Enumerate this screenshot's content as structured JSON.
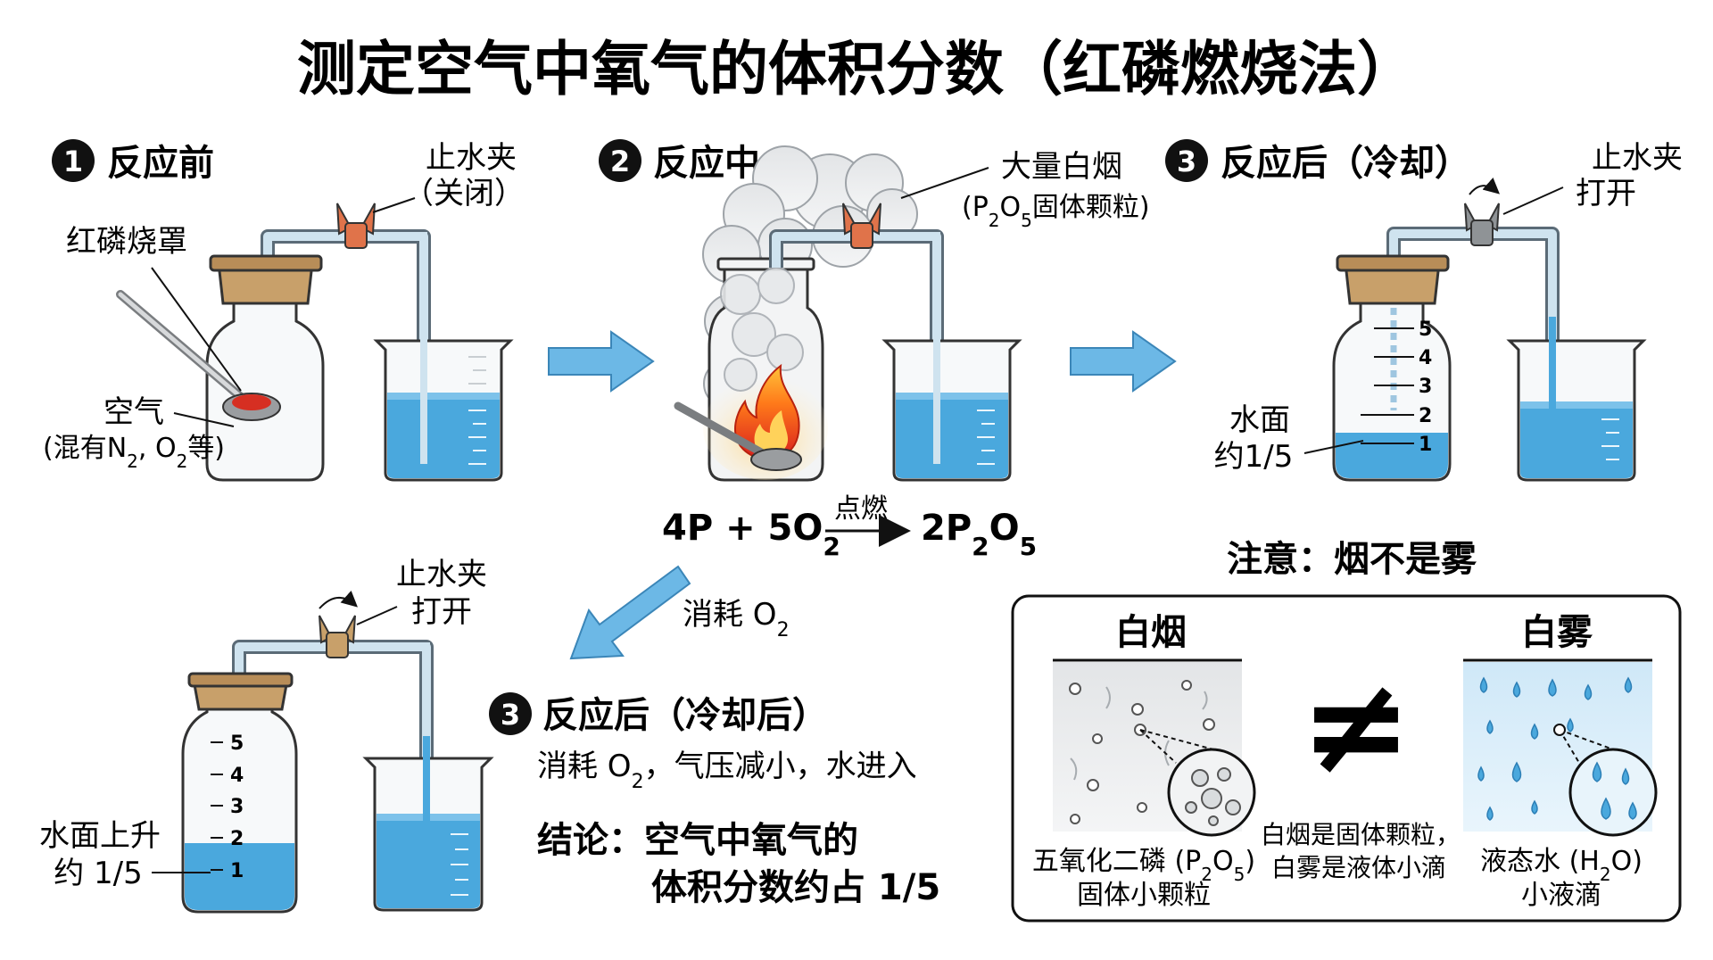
{
  "title": "测定空气中氧气的体积分数（红磷燃烧法）",
  "steps": {
    "before": {
      "num": "1",
      "label": "反应前",
      "clamp_l1": "止水夹",
      "clamp_l2": "（关闭）",
      "spoon": "红磷烧罩",
      "air_l1": "空气",
      "air_l2": "(混有N",
      "air_sub1": "2",
      "air_mid": ", O",
      "air_sub2": "2",
      "air_end": "等)"
    },
    "during": {
      "num": "2",
      "label": "反应中",
      "smoke_l1": "大量白烟",
      "smoke_l2": "(P",
      "smoke_s1": "2",
      "smoke_m": "O",
      "smoke_s2": "5",
      "smoke_e": "固体颗粒)"
    },
    "after": {
      "num": "3",
      "label": "反应后（冷却）",
      "clamp_l1": "止水夹",
      "clamp_l2": "打开",
      "water_l1": "水面",
      "water_l2": "约1/5",
      "scale": [
        "5",
        "4",
        "3",
        "2",
        "1"
      ]
    },
    "after2": {
      "num": "3",
      "label": "反应后（冷却后）",
      "clamp_l1": "止水夹",
      "clamp_l2": "打开",
      "water_l1": "水面上升",
      "water_l2": "约 1/5",
      "scale": [
        "5",
        "4",
        "3",
        "2",
        "1"
      ],
      "desc_a": "消耗 O",
      "desc_sub": "2",
      "desc_b": "，气压减小，水进入",
      "concl_l1": "结论：空气中氧气的",
      "concl_l2": "体积分数约占 1/5"
    }
  },
  "equation": {
    "lhs_a": "4P + 5O",
    "lhs_sub": "2",
    "cond": "点燃",
    "rhs_a": "2P",
    "rhs_s1": "2",
    "rhs_m": "O",
    "rhs_s2": "5"
  },
  "consume": {
    "text": "消耗 O",
    "sub": "2"
  },
  "note": {
    "heading": "注意：烟不是雾",
    "smoke_title": "白烟",
    "smoke_l1a": "五氧化二磷 (P",
    "smoke_s1": "2",
    "smoke_m": "O",
    "smoke_s2": "5",
    "smoke_e": ")",
    "smoke_l2": "固体小颗粒",
    "neq": "≠",
    "mid_l1": "白烟是固体颗粒，",
    "mid_l2": "白雾是液体小滴",
    "fog_title": "白雾",
    "fog_l1a": "液态水 (H",
    "fog_sub": "2",
    "fog_e": "O)",
    "fog_l2": "小液滴"
  },
  "colors": {
    "water": "#4aa8dd",
    "water_light": "#bfe2f6",
    "arrow": "#6cb8e6",
    "cork": "#c8a06a",
    "clamp_red": "#e0734a",
    "clamp_grey": "#8f9396",
    "phosphorus": "#d62f22",
    "tube": "#b9d4e6"
  }
}
